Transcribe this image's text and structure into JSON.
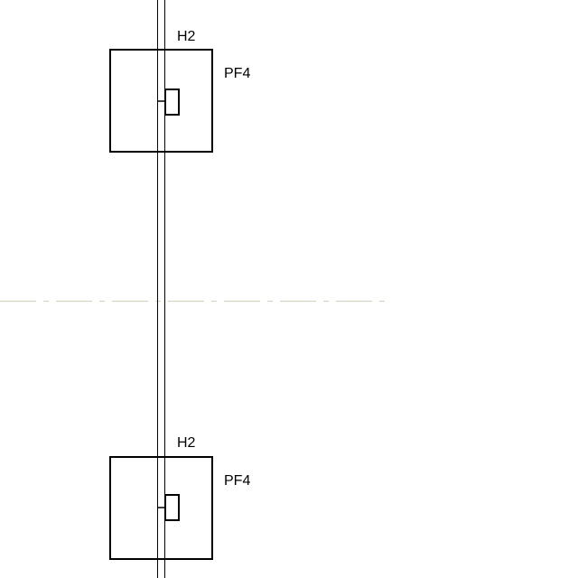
{
  "diagram": {
    "footings": [
      {
        "id": "top",
        "column_tag": "H2",
        "footing_tag": "PF4"
      },
      {
        "id": "bottom",
        "column_tag": "H2",
        "footing_tag": "PF4"
      }
    ],
    "colors": {
      "background": "#ffffff",
      "line": "#000000",
      "centerline": "#d8d4c4"
    },
    "centerline_style": "dash-dot"
  }
}
